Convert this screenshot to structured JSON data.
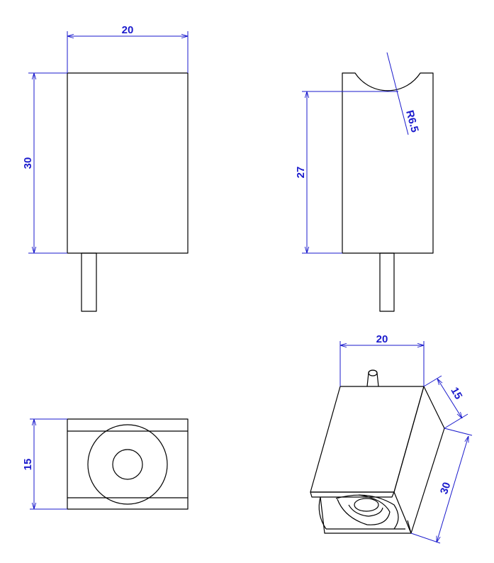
{
  "colors": {
    "part": "#000000",
    "dimension": "#1a1acc",
    "background": "#ffffff"
  },
  "views": {
    "front": {
      "width_label": "20",
      "height_label": "30"
    },
    "side": {
      "height_label": "27",
      "radius_label": "R6.5"
    },
    "top": {
      "depth_label": "15"
    },
    "iso": {
      "width_label": "20",
      "depth_label": "15",
      "height_label": "30"
    }
  }
}
